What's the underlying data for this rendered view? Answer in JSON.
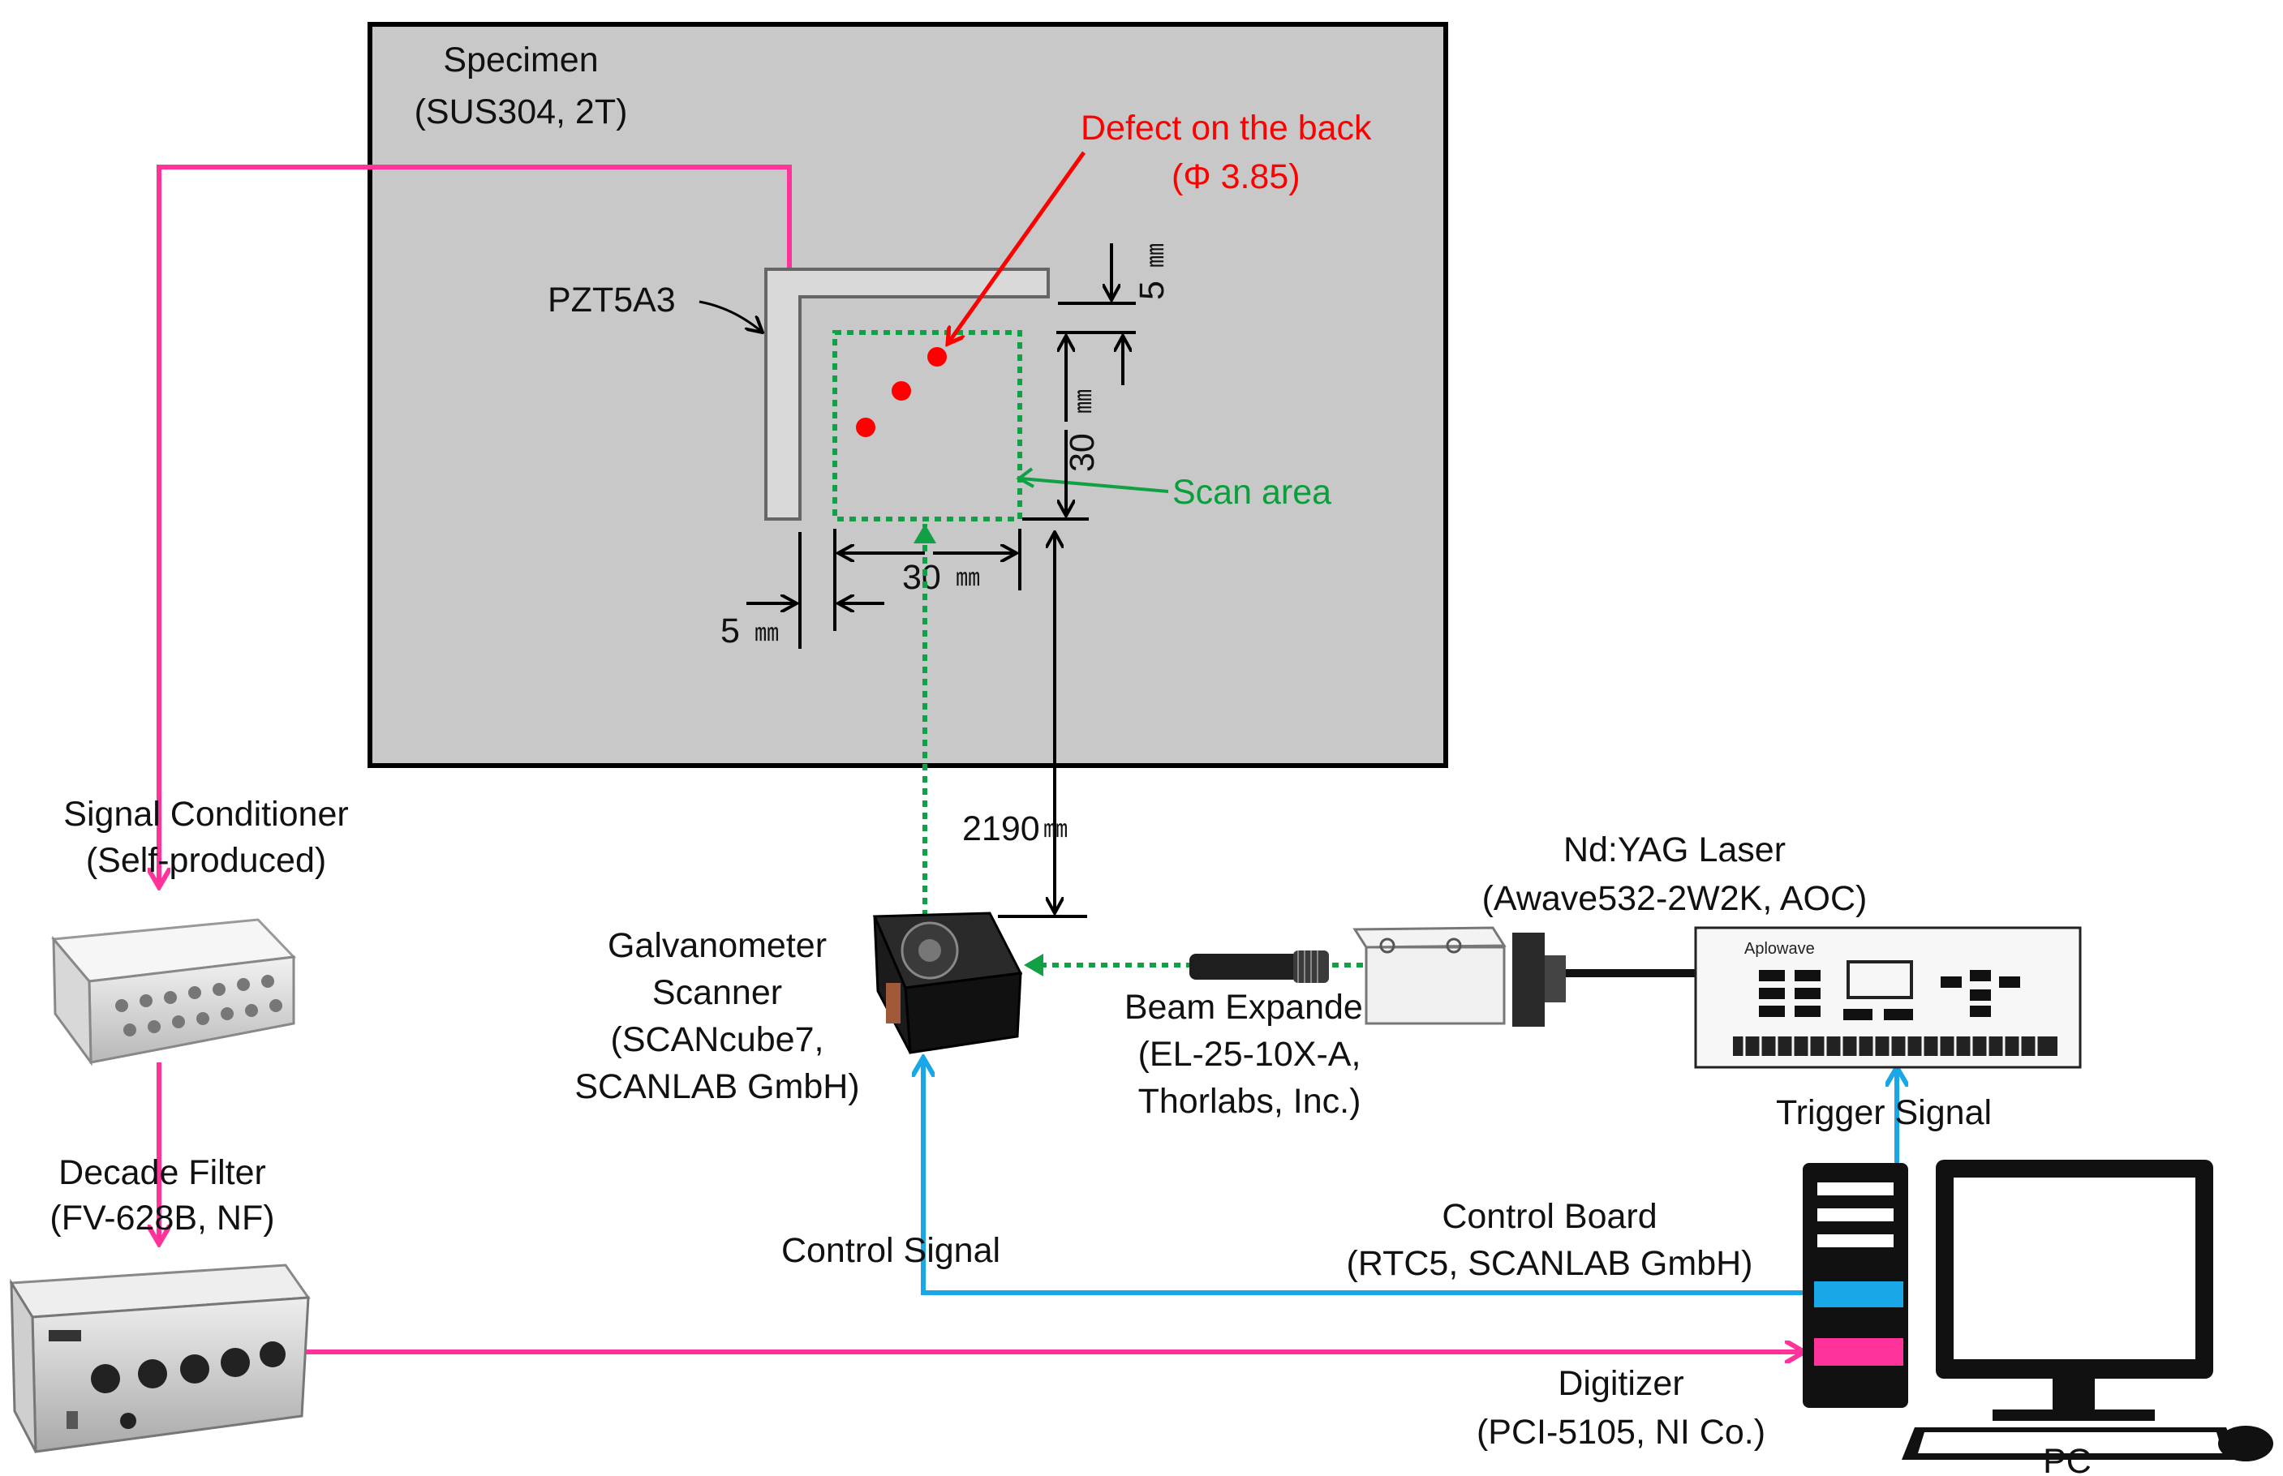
{
  "specimen": {
    "title": "Specimen",
    "subtitle": "(SUS304, 2T)"
  },
  "defect": {
    "label": "Defect on the back",
    "detail": "(Φ 3.85)"
  },
  "sensor": {
    "label": "PZT5A3"
  },
  "scan_area": {
    "label": "Scan area"
  },
  "dimensions": {
    "top_gap_value": "5",
    "right_height_value": "30",
    "bottom_width_value": "30",
    "left_gap_value": "5",
    "distance_value": "2190",
    "unit": "㎜"
  },
  "signal_conditioner": {
    "title": "Signal Conditioner",
    "subtitle": "(Self-produced)"
  },
  "decade_filter": {
    "title": "Decade Filter",
    "subtitle": "(FV-628B, NF)"
  },
  "galvanometer": {
    "line1": "Galvanometer",
    "line2": "Scanner",
    "line3": "(SCANcube7,",
    "line4": "SCANLAB GmbH)"
  },
  "beam_expander": {
    "line1": "Beam Expander",
    "line2": "(EL-25-10X-A,",
    "line3": "Thorlabs, Inc.)"
  },
  "laser": {
    "title": "Nd:YAG Laser",
    "subtitle": "(Awave532-2W2K, AOC)",
    "brand": "Aplowave"
  },
  "trigger": {
    "label": "Trigger Signal"
  },
  "control_signal": {
    "label": "Control Signal"
  },
  "control_board": {
    "title": "Control Board",
    "subtitle": "(RTC5, SCANLAB GmbH)"
  },
  "digitizer": {
    "title": "Digitizer",
    "subtitle": "(PCI-5105, NI Co.)"
  },
  "pc": {
    "label": "PC"
  },
  "colors": {
    "pink": "#ff3399",
    "blue": "#1aa7e8",
    "green": "#11a043",
    "red": "#ff0000",
    "specimen_fill": "#c8c8c8"
  }
}
